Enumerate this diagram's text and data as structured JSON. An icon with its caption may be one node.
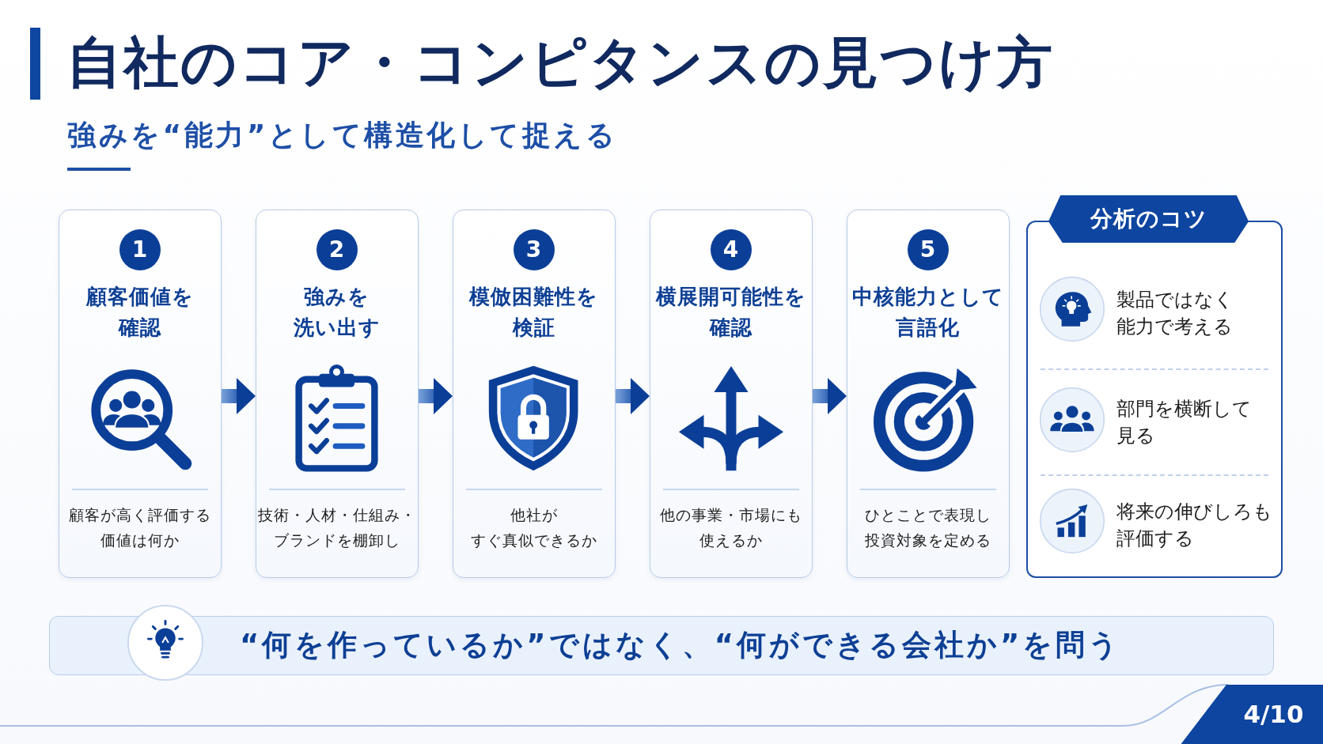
{
  "diagram": {
    "title": "自社のコア・コンピタンスの見つけ方",
    "nodes": [
      {
        "text": [
          "1",
          "顧客価値を確認",
          "顧客が高く評価する価値は何か"
        ]
      },
      {
        "text": [
          "2",
          "強みを洗い出す",
          "技術・人材・仕組み・ブランドを棚卸し"
        ]
      },
      {
        "text": [
          "3",
          "模倣困難性を検証",
          "他社がすぐ真似できるか"
        ]
      },
      {
        "text": [
          "4",
          "横展開可能性を確認",
          "他の事業・市場にも使えるか"
        ]
      },
      {
        "text": [
          "5",
          "中核能力として言語化",
          "ひとことで表現し投資対象を定める"
        ]
      },
      {
        "text": [
          "分析のコツ",
          "製品ではなく能力で考える",
          "部門を横断して見る",
          "将来の伸びしろも評価する"
        ]
      },
      {
        "text": [
          "“何を作っているか”ではなく、“何ができる会社か”を問う"
        ]
      }
    ],
    "edges": [
      {
        "from": 0,
        "to": 1,
        "arrow": "to"
      },
      {
        "from": 1,
        "to": 2,
        "arrow": "to"
      },
      {
        "from": 2,
        "to": 3,
        "arrow": "to"
      },
      {
        "from": 3,
        "to": 4,
        "arrow": "to"
      }
    ],
    "labels": [
      "強みを“能力”として構造化して捉える",
      "4/10"
    ]
  }
}
